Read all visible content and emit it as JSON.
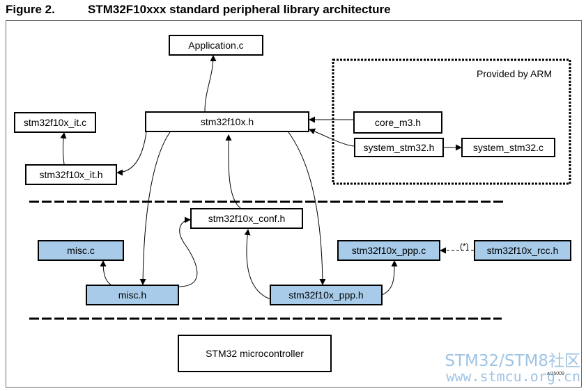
{
  "caption": {
    "figure": "Figure 2.",
    "title": "STM32F10xxx standard peripheral library architecture"
  },
  "boxes": {
    "application_c": "Application.c",
    "stm32f10x_h": "stm32f10x.h",
    "stm32f10x_it_c": "stm32f10x_it.c",
    "stm32f10x_it_h": "stm32f10x_it.h",
    "core_m3_h": "core_m3.h",
    "system_stm32_h": "system_stm32.h",
    "system_stm32_c": "system_stm32.c",
    "stm32f10x_conf_h": "stm32f10x_conf.h",
    "misc_c": "misc.c",
    "misc_h": "misc.h",
    "stm32f10x_ppp_c": "stm32f10x_ppp.c",
    "stm32f10x_ppp_h": "stm32f10x_ppp.h",
    "stm32f10x_rcc_h": "stm32f10x_rcc.h",
    "stm32_microcontroller": "STM32 microcontroller"
  },
  "arm_region_label": "Provided by ARM",
  "optional_marker": "(*)",
  "figure_code": "ai15009",
  "colors": {
    "peripheral_fill": "#a7cbe8",
    "border": "#000000",
    "watermark": "#7fb0dc"
  },
  "watermark": {
    "line1": "STM32/STM8社区",
    "line2": "www.stmcu.org.cn"
  }
}
